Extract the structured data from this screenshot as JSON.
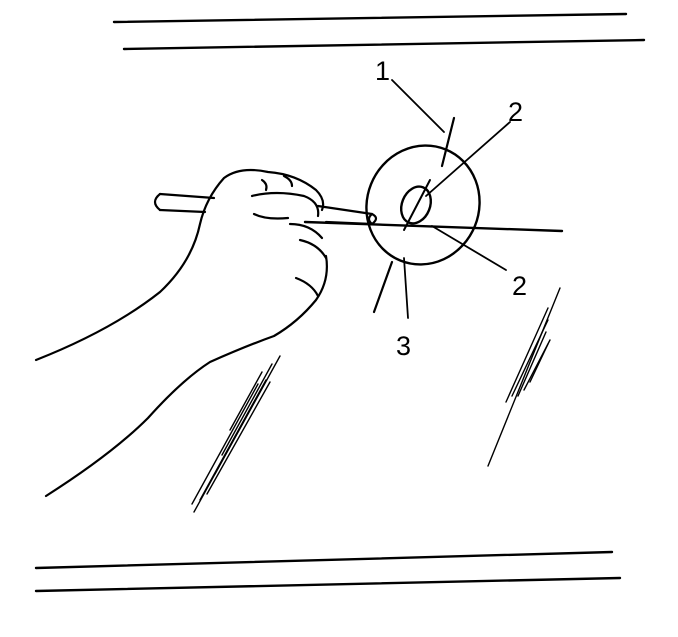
{
  "callouts": [
    {
      "id": "callout-1",
      "label": "1"
    },
    {
      "id": "callout-2-upper",
      "label": "2"
    },
    {
      "id": "callout-2-lower",
      "label": "2"
    },
    {
      "id": "callout-3",
      "label": "3"
    }
  ],
  "colors": {
    "ink": "#000000",
    "background": "#ffffff"
  }
}
